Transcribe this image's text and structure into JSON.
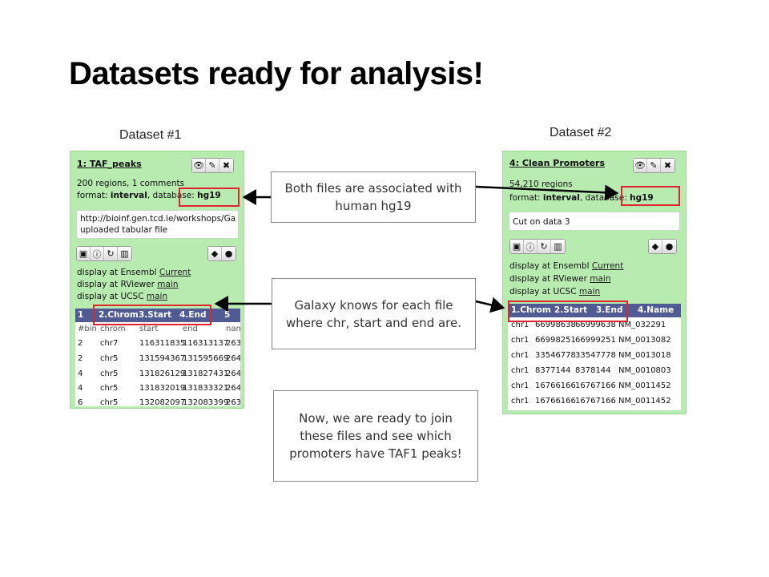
{
  "title": "Datasets ready for analysis!",
  "dataset1": {
    "label": "Dataset #1",
    "name": "1: TAF_peaks",
    "summary": "200 regions, 1 comments",
    "format_label": "format: ",
    "format_value": "interval",
    "db_label": ", database: ",
    "db_value": "hg19",
    "info_line1": "http://bioinf.gen.tcd.ie/workshops/Ga",
    "info_line2": "uploaded tabular file",
    "display": [
      {
        "prefix": "display at Ensembl ",
        "link": "Current"
      },
      {
        "prefix": "display at RViewer ",
        "link": "main"
      },
      {
        "prefix": "display at UCSC ",
        "link": "main"
      }
    ],
    "table": {
      "headers": [
        "1",
        "2.Chrom",
        "3.Start",
        "4.End",
        "5"
      ],
      "subheaders": [
        "#bin",
        "chrom",
        "start",
        "end",
        "nam"
      ],
      "rows": [
        [
          "2",
          "chr7",
          "116311835",
          "116313137",
          "263"
        ],
        [
          "2",
          "chr5",
          "131594367",
          "131595669",
          "264"
        ],
        [
          "4",
          "chr5",
          "131826129",
          "131827431",
          "264"
        ],
        [
          "4",
          "chr5",
          "131832019",
          "131833321",
          "264"
        ],
        [
          "6",
          "chr5",
          "132082097",
          "132083399",
          "263"
        ]
      ]
    }
  },
  "dataset2": {
    "label": "Dataset #2",
    "name": "4: Clean Promoters",
    "summary": "54,210 regions",
    "format_label": "format: ",
    "format_value": "interval",
    "db_label": ", database: ",
    "db_value": "hg19",
    "info_line1": "Cut on data 3",
    "display": [
      {
        "prefix": "display at Ensembl ",
        "link": "Current"
      },
      {
        "prefix": "display at RViewer ",
        "link": "main"
      },
      {
        "prefix": "display at UCSC ",
        "link": "main"
      }
    ],
    "table": {
      "headers": [
        "1.Chrom",
        "2.Start",
        "3.End",
        "4.Name"
      ],
      "rows": [
        [
          "chr1",
          "66998638",
          "66999638",
          "NM_032291"
        ],
        [
          "chr1",
          "66998251",
          "66999251",
          "NM_0013082"
        ],
        [
          "chr1",
          "33546778",
          "33547778",
          "NM_0013018"
        ],
        [
          "chr1",
          "8377144",
          "8378144",
          "NM_0010803"
        ],
        [
          "chr1",
          "16766166",
          "16767166",
          "NM_0011452"
        ],
        [
          "chr1",
          "16766166",
          "16767166",
          "NM_0011452"
        ]
      ]
    }
  },
  "callouts": {
    "genome": "Both files are associated with human hg19",
    "columns": "Galaxy knows for each file where chr, start and end are.",
    "join": "Now, we are ready to join these files and see which promoters have TAF1 peaks!"
  },
  "icons": {
    "eye": "eye-icon",
    "pencil": "pencil-icon",
    "delete": "close-icon",
    "save": "save-icon",
    "info": "info-icon",
    "rerun": "refresh-icon",
    "chart": "chart-icon",
    "tag": "tag-icon",
    "comment": "comment-icon"
  },
  "colors": {
    "panel_bg": "#b7ebb0",
    "table_header": "#4f5b92",
    "highlight": "#e0232e"
  }
}
